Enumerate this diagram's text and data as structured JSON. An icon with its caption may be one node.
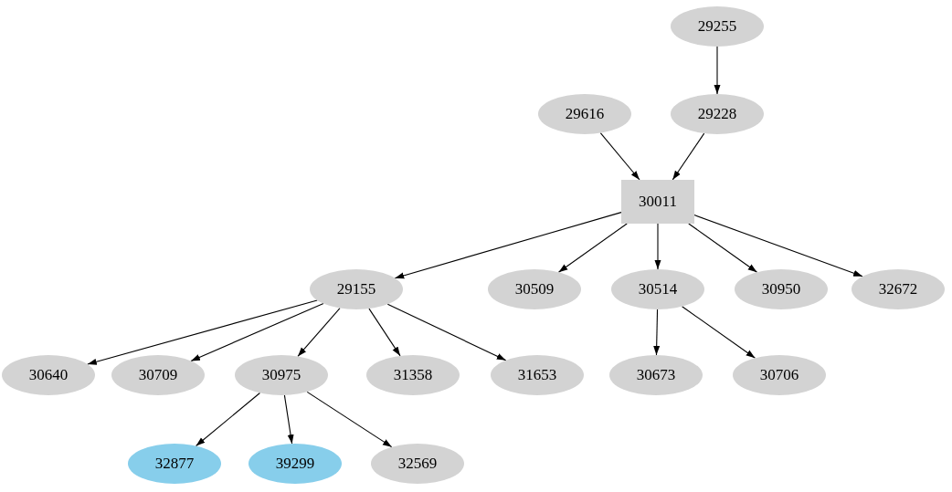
{
  "diagram": {
    "nodes": [
      {
        "text": [
          "29255"
        ]
      },
      {
        "text": [
          "29616"
        ]
      },
      {
        "text": [
          "29228"
        ]
      },
      {
        "text": [
          "30011"
        ]
      },
      {
        "text": [
          "29155"
        ]
      },
      {
        "text": [
          "30509"
        ]
      },
      {
        "text": [
          "30514"
        ]
      },
      {
        "text": [
          "30950"
        ]
      },
      {
        "text": [
          "32672"
        ]
      },
      {
        "text": [
          "30640"
        ]
      },
      {
        "text": [
          "30709"
        ]
      },
      {
        "text": [
          "30975"
        ]
      },
      {
        "text": [
          "31358"
        ]
      },
      {
        "text": [
          "31653"
        ]
      },
      {
        "text": [
          "30673"
        ]
      },
      {
        "text": [
          "30706"
        ]
      },
      {
        "text": [
          "32877"
        ]
      },
      {
        "text": [
          "39299"
        ]
      },
      {
        "text": [
          "32569"
        ]
      }
    ],
    "edges": [
      {
        "from": 0,
        "to": 2,
        "arrow": "to"
      },
      {
        "from": 1,
        "to": 3,
        "arrow": "to"
      },
      {
        "from": 2,
        "to": 3,
        "arrow": "to"
      },
      {
        "from": 3,
        "to": 4,
        "arrow": "to"
      },
      {
        "from": 3,
        "to": 5,
        "arrow": "to"
      },
      {
        "from": 3,
        "to": 6,
        "arrow": "to"
      },
      {
        "from": 3,
        "to": 7,
        "arrow": "to"
      },
      {
        "from": 3,
        "to": 8,
        "arrow": "to"
      },
      {
        "from": 4,
        "to": 9,
        "arrow": "to"
      },
      {
        "from": 4,
        "to": 10,
        "arrow": "to"
      },
      {
        "from": 4,
        "to": 11,
        "arrow": "to"
      },
      {
        "from": 4,
        "to": 12,
        "arrow": "to"
      },
      {
        "from": 4,
        "to": 13,
        "arrow": "to"
      },
      {
        "from": 6,
        "to": 14,
        "arrow": "to"
      },
      {
        "from": 6,
        "to": 15,
        "arrow": "to"
      },
      {
        "from": 11,
        "to": 16,
        "arrow": "to"
      },
      {
        "from": 11,
        "to": 17,
        "arrow": "to"
      },
      {
        "from": 11,
        "to": 18,
        "arrow": "to"
      }
    ]
  }
}
